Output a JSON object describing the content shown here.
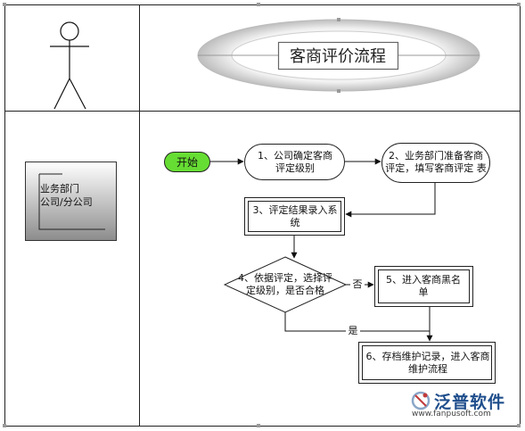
{
  "diagram": {
    "title": "客商评价流程",
    "role": {
      "line1": "业务部门",
      "line2": "公司/分公司"
    },
    "nodes": {
      "start": "开始",
      "step1": "1、公司确定客商评定级别",
      "step2": "2、业务部门准备客商评定，填写客商评定 表",
      "step3": "3、评定结果录入系统",
      "step4": "4、依据评定，选择评定级别，是否合格",
      "step5": "5、进入客商黑名单",
      "step6": "6、存档维护记录，进入客商维护流程"
    },
    "edge_labels": {
      "no": "否",
      "yes": "是"
    }
  },
  "watermark": {
    "name": "泛普软件",
    "url": "www.fanpusoft.com"
  },
  "colors": {
    "start_fill": "#66dd33",
    "role_fill_top": "#ffffff",
    "role_fill_bottom": "#8c8c8c",
    "logo_blue": "#1f4e8c"
  }
}
